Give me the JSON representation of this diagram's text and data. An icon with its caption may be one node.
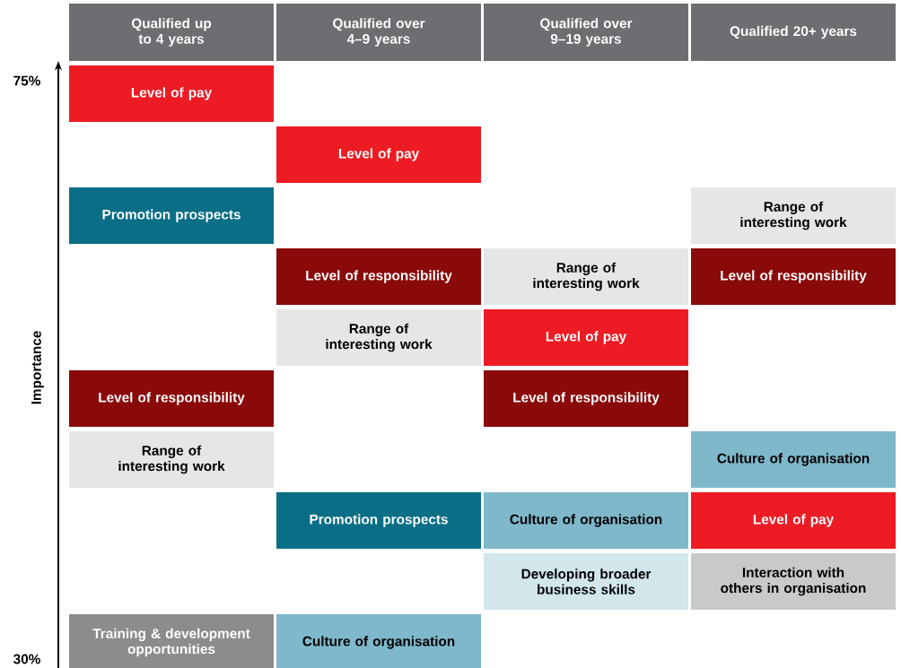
{
  "diagram": {
    "nodes": [
      {
        "text": [
          "Qualified up to 4 years"
        ]
      },
      {
        "text": [
          "Qualified over 4–9 years"
        ]
      },
      {
        "text": [
          "Qualified over 9–19 years"
        ]
      },
      {
        "text": [
          "Qualified 20+ years"
        ]
      },
      {
        "text": [
          "Level of pay"
        ]
      },
      {
        "text": [
          "Level of pay"
        ]
      },
      {
        "text": [
          "Promotion prospects"
        ]
      },
      {
        "text": [
          "Range of interesting work"
        ]
      },
      {
        "text": [
          "Level of responsibility"
        ]
      },
      {
        "text": [
          "Range of interesting work"
        ]
      },
      {
        "text": [
          "Level of responsibility"
        ]
      },
      {
        "text": [
          "Range of interesting work"
        ]
      },
      {
        "text": [
          "Level of pay"
        ]
      },
      {
        "text": [
          "Level of responsibility"
        ]
      },
      {
        "text": [
          "Level of responsibility"
        ]
      },
      {
        "text": [
          "Range of interesting work"
        ]
      },
      {
        "text": [
          "Culture of organisation"
        ]
      },
      {
        "text": [
          "Promotion prospects"
        ]
      },
      {
        "text": [
          "Culture of organisation"
        ]
      },
      {
        "text": [
          "Level of pay"
        ]
      },
      {
        "text": [
          "Developing broader business skills"
        ]
      },
      {
        "text": [
          "Interaction with others in organisation"
        ]
      },
      {
        "text": [
          "Training & development opportunities"
        ]
      },
      {
        "text": [
          "Culture of organisation"
        ]
      }
    ],
    "labels": [
      "75%",
      "Importance",
      "30%"
    ]
  }
}
